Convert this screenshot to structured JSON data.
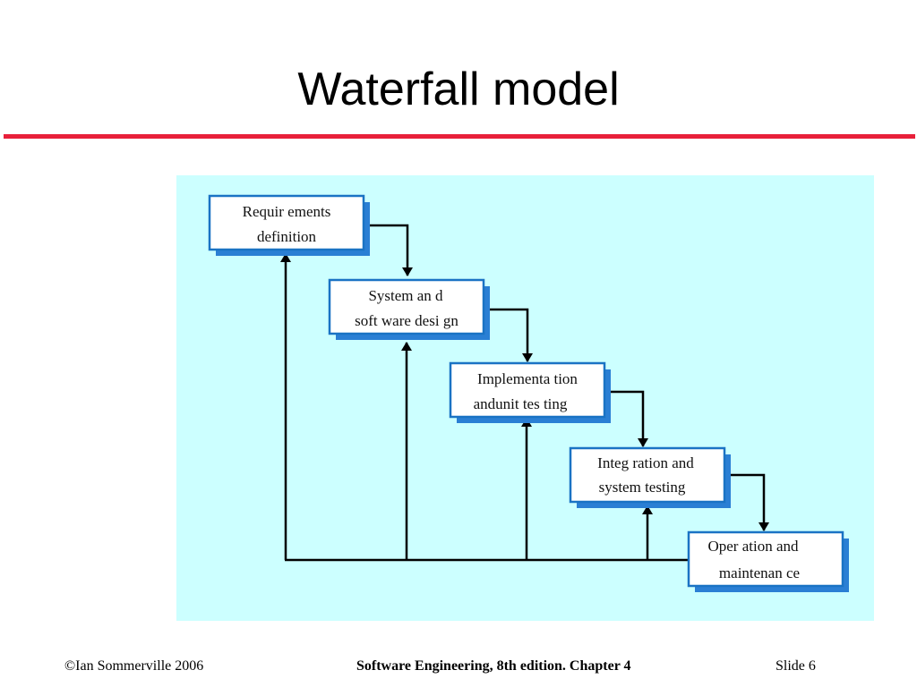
{
  "slide": {
    "title": "Waterfall model",
    "footer_left": "©Ian Sommerville 2006",
    "footer_center": "Software Engineering, 8th edition. Chapter 4",
    "footer_right": "Slide  6"
  },
  "colors": {
    "title_rule": "#e8203a",
    "diagram_background": "#ccffff",
    "box_fill": "#ffffff",
    "box_border": "#1a73c4",
    "box_shadow": "#2a7fd4",
    "arrow": "#000000"
  },
  "diagram": {
    "phases": [
      {
        "line1": "Requir ements",
        "line2": "definition"
      },
      {
        "line1": "System an d",
        "line2": "soft ware desi gn"
      },
      {
        "line1": "Implementa  tion",
        "line2": "andunit tes ting"
      },
      {
        "line1": "Integ ration and",
        "line2": "system testing"
      },
      {
        "line1": "Oper  ation and",
        "line2": "maintenan ce"
      }
    ]
  }
}
